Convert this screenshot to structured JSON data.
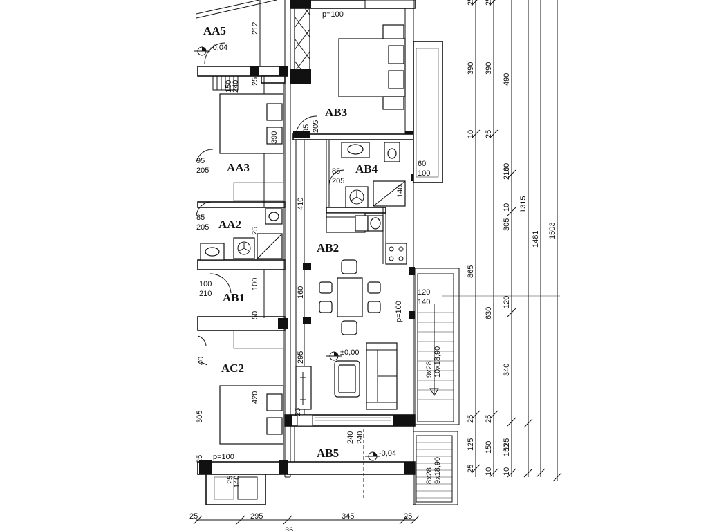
{
  "rooms": {
    "aa5": "AA5",
    "aa3": "AA3",
    "aa2": "AA2",
    "ab1": "AB1",
    "ac2": "AC2",
    "ab3": "AB3",
    "ab4": "AB4",
    "ab2": "AB2",
    "ab5": "AB5"
  },
  "levels": {
    "top_left": "-0,04",
    "living": "±0,00",
    "balcony": "-0,04"
  },
  "labels": {
    "p100_top": "p=100",
    "p100_bottom": "p=100",
    "p100_side": "p=100",
    "stair1_line1": "9x28",
    "stair1_line2": "10x18,90",
    "stair2_line1": "8x28",
    "stair2_line2": "9x18,90"
  },
  "dims": {
    "d212": "212",
    "d150_aa5": "150",
    "d240_aa5": "240",
    "d25_aa5": "25",
    "d390_ab3": "390",
    "d95_ab3": "95",
    "d205_ab3": "205",
    "d95_aa3": "95",
    "d205_aa3": "205",
    "d85_ab4": "85",
    "d205_ab4": "205",
    "d60": "60",
    "d100_ab4": "100",
    "d140_ab4": "140",
    "d85_aa2": "85",
    "d205_aa2": "205",
    "d25_aa2": "25",
    "d410": "410",
    "d100_ab1a": "100",
    "d210_ab1": "210",
    "d100_ab1b": "100",
    "d160": "160",
    "d120": "120",
    "d140": "140",
    "d50": "50",
    "d40": "40",
    "d295_v": "295",
    "d420": "420",
    "d305_left": "305",
    "d25_ac2": "25",
    "d25_ab5a": "25",
    "d240_ab5a": "240",
    "d240_ab5b": "240",
    "d25_p": "25",
    "d140_p": "140",
    "bottom_295": "295",
    "bottom_345": "345",
    "bottom_25a": "25",
    "bottom_25b": "25",
    "bottom_36": "36"
  },
  "right_dims": {
    "col1": [
      "25",
      "390",
      "10",
      "865",
      "25",
      "125",
      "25"
    ],
    "col2": [
      "25",
      "390",
      "25",
      "630",
      "25",
      "150",
      "10"
    ],
    "col3": [
      "490",
      "210",
      "305",
      "120",
      "340",
      "125",
      "10"
    ],
    "col4": [
      "60",
      "10",
      "150"
    ],
    "col5": [
      "1315"
    ],
    "col6": [
      "1481"
    ],
    "col7": [
      "1503"
    ]
  },
  "colors": {
    "line": "#111111",
    "background": "#ffffff",
    "hatch": "#333333"
  }
}
